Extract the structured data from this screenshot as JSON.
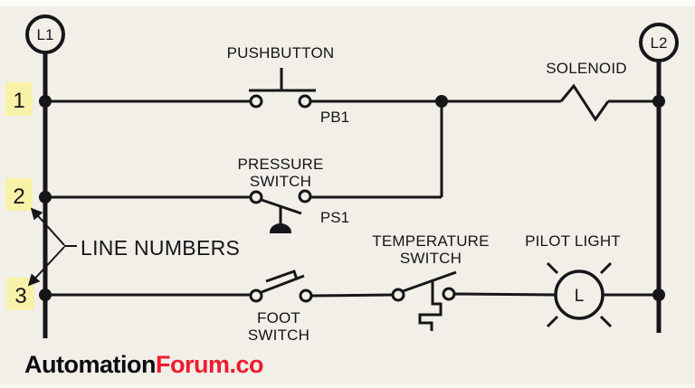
{
  "colors": {
    "background": "#f1efe8",
    "line": "#16161a",
    "highlight_yellow": "#f7f2a8",
    "watermark_black": "#0b0b10",
    "watermark_red": "#ee1b2e"
  },
  "rails": {
    "left_label": "L1",
    "right_label": "L2"
  },
  "line_numbers": {
    "annotation": "LINE NUMBERS",
    "n1": "1",
    "n2": "2",
    "n3": "3"
  },
  "components": {
    "pushbutton": {
      "label": "PUSHBUTTON",
      "tag": "PB1"
    },
    "solenoid": {
      "label": "SOLENOID"
    },
    "pressure_switch": {
      "line1": "PRESSURE",
      "line2": "SWITCH",
      "tag": "PS1"
    },
    "foot_switch": {
      "line1": "FOOT",
      "line2": "SWITCH"
    },
    "temperature_switch": {
      "line1": "TEMPERATURE",
      "line2": "SWITCH"
    },
    "pilot_light": {
      "label": "PILOT LIGHT",
      "letter": "L"
    }
  },
  "watermark": {
    "prefix": "Automation",
    "suffix": "Forum.co"
  }
}
